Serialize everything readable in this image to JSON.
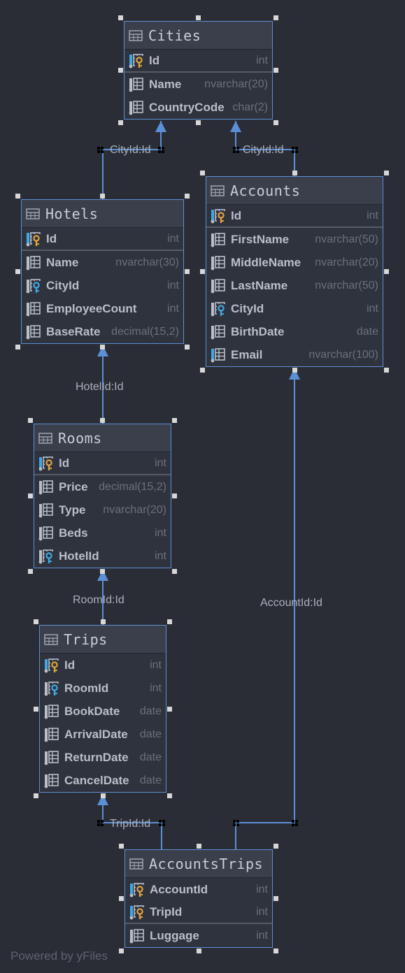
{
  "diagram": {
    "tables": [
      {
        "id": "Cities",
        "title": "Cities",
        "columns": [
          {
            "name": "Id",
            "type": "int",
            "icon": "primary-key-column-icon"
          },
          {
            "name": "Name",
            "type": "nvarchar(20)",
            "icon": "column-icon"
          },
          {
            "name": "CountryCode",
            "type": "char(2)",
            "icon": "column-icon"
          }
        ]
      },
      {
        "id": "Accounts",
        "title": "Accounts",
        "columns": [
          {
            "name": "Id",
            "type": "int",
            "icon": "primary-key-column-icon"
          },
          {
            "name": "FirstName",
            "type": "nvarchar(50)",
            "icon": "column-icon"
          },
          {
            "name": "MiddleName",
            "type": "nvarchar(20)",
            "icon": "column-icon"
          },
          {
            "name": "LastName",
            "type": "nvarchar(50)",
            "icon": "column-icon"
          },
          {
            "name": "CityId",
            "type": "int",
            "icon": "foreign-key-column-icon"
          },
          {
            "name": "BirthDate",
            "type": "date",
            "icon": "column-icon"
          },
          {
            "name": "Email",
            "type": "nvarchar(100)",
            "icon": "not-null-column-icon"
          }
        ]
      },
      {
        "id": "Hotels",
        "title": "Hotels",
        "columns": [
          {
            "name": "Id",
            "type": "int",
            "icon": "primary-key-column-icon"
          },
          {
            "name": "Name",
            "type": "nvarchar(30)",
            "icon": "column-icon"
          },
          {
            "name": "CityId",
            "type": "int",
            "icon": "foreign-key-column-icon"
          },
          {
            "name": "EmployeeCount",
            "type": "int",
            "icon": "column-icon"
          },
          {
            "name": "BaseRate",
            "type": "decimal(15,2)",
            "icon": "column-icon"
          }
        ]
      },
      {
        "id": "Rooms",
        "title": "Rooms",
        "columns": [
          {
            "name": "Id",
            "type": "int",
            "icon": "primary-key-column-icon"
          },
          {
            "name": "Price",
            "type": "decimal(15,2)",
            "icon": "column-icon"
          },
          {
            "name": "Type",
            "type": "nvarchar(20)",
            "icon": "column-icon"
          },
          {
            "name": "Beds",
            "type": "int",
            "icon": "column-icon"
          },
          {
            "name": "HotelId",
            "type": "int",
            "icon": "foreign-key-column-icon"
          }
        ]
      },
      {
        "id": "Trips",
        "title": "Trips",
        "columns": [
          {
            "name": "Id",
            "type": "int",
            "icon": "primary-key-column-icon"
          },
          {
            "name": "RoomId",
            "type": "int",
            "icon": "foreign-key-column-icon"
          },
          {
            "name": "BookDate",
            "type": "date",
            "icon": "column-icon"
          },
          {
            "name": "ArrivalDate",
            "type": "date",
            "icon": "column-icon"
          },
          {
            "name": "ReturnDate",
            "type": "date",
            "icon": "column-icon"
          },
          {
            "name": "CancelDate",
            "type": "date",
            "icon": "column-icon"
          }
        ]
      },
      {
        "id": "AccountsTrips",
        "title": "AccountsTrips",
        "columns": [
          {
            "name": "AccountId",
            "type": "int",
            "icon": "primary-foreign-key-column-icon"
          },
          {
            "name": "TripId",
            "type": "int",
            "icon": "primary-foreign-key-column-icon"
          },
          {
            "name": "Luggage",
            "type": "int",
            "icon": "column-icon"
          }
        ]
      }
    ],
    "relationships": [
      {
        "from": "Hotels",
        "to": "Cities",
        "label": "CityId:Id"
      },
      {
        "from": "Accounts",
        "to": "Cities",
        "label": "CityId:Id"
      },
      {
        "from": "Rooms",
        "to": "Hotels",
        "label": "HotelId:Id"
      },
      {
        "from": "Trips",
        "to": "Rooms",
        "label": "RoomId:Id"
      },
      {
        "from": "AccountsTrips",
        "to": "Trips",
        "label": "TripId:Id"
      },
      {
        "from": "AccountsTrips",
        "to": "Accounts",
        "label": "AccountId:Id"
      }
    ],
    "colors": {
      "background": "#2b2d36",
      "table_border": "#5b8fd6",
      "link": "#5b8fd6",
      "key": "#e0a33a",
      "foreign_key": "#3fa9e6"
    },
    "footer": "Powered by yFiles"
  }
}
